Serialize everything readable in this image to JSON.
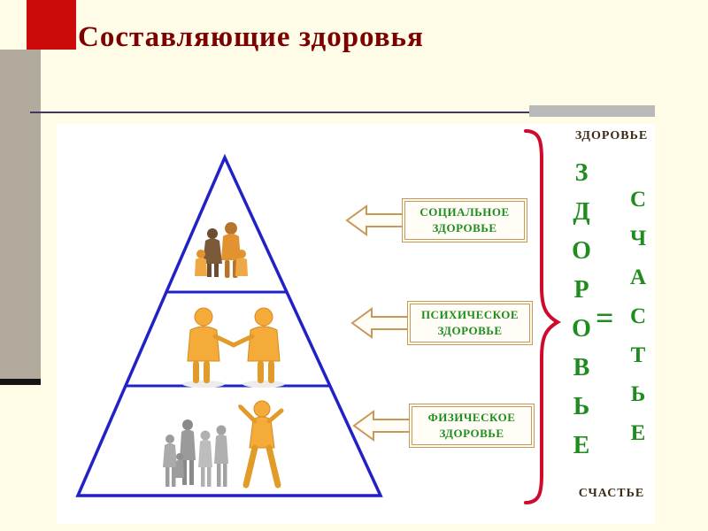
{
  "slide": {
    "title": "Составляющие здоровья"
  },
  "pyramid": {
    "levels": [
      {
        "callout": "СОЦИАЛЬНОЕ\nЗДОРОВЬЕ"
      },
      {
        "callout": "ПСИХИЧЕСКОЕ\nЗДОРОВЬЕ"
      },
      {
        "callout": "ФИЗИЧЕСКОЕ\nЗДОРОВЬЕ"
      }
    ]
  },
  "equation": {
    "top_label": "ЗДОРОВЬЕ",
    "left_word": "ЗДОРОВЬЕ",
    "equals": "=",
    "right_word": "СЧАСТЬЕ",
    "bottom_label": "СЧАСТЬЕ"
  },
  "colors": {
    "title_maroon": "#7d0000",
    "accent_red_square": "#cc0a0a",
    "sidebar_gray": "#b2aa9c",
    "pyramid_blue": "#2121c8",
    "brace_red": "#cf0a2c",
    "text_green": "#1e8c1e",
    "callout_border_tan": "#c89858",
    "figure_orange": "#f4ab3a",
    "figure_gray": "#9a9a9a"
  }
}
